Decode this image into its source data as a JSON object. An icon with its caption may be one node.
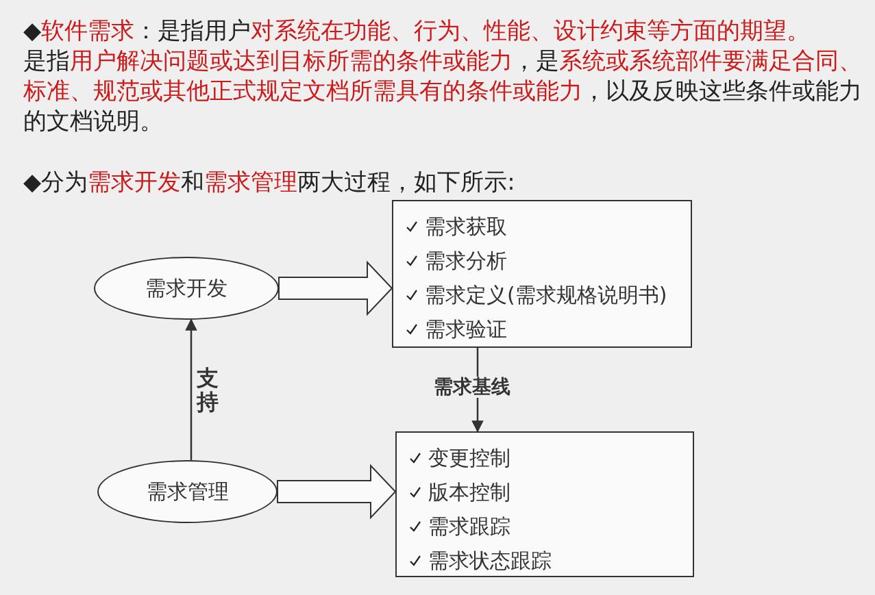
{
  "diagram": {
    "nodes": [
      {
        "text": [
          "需求开发"
        ]
      },
      {
        "text": [
          "需求获取",
          "需求分析",
          "需求定义(需求规格说明书)",
          "需求验证"
        ]
      },
      {
        "text": [
          "需求管理"
        ]
      },
      {
        "text": [
          "变更控制",
          "版本控制",
          "需求跟踪",
          "需求状态跟踪"
        ]
      }
    ],
    "edges": [
      {
        "from": 0,
        "to": 1,
        "arrow": "to",
        "style": "thick"
      },
      {
        "from": 1,
        "to": 3,
        "arrow": "to",
        "label": "需求基线"
      },
      {
        "from": 2,
        "to": 0,
        "arrow": "to",
        "label": "支持"
      },
      {
        "from": 2,
        "to": 3,
        "arrow": "to",
        "style": "thick"
      }
    ],
    "labels": [
      "◆**软件需求**：是指用户**对系统在功能、行为、性能、设计约束等方面的期望。**",
      "是指**用户解决问题或达到目标所需的条件或能力**，是**系统或系统部件要满足合同、标准、规范或其他正式规定文档所需具有的条件或能力**，以及反映这些条件或能力的文档说明。",
      "◆分为**需求开发**和**需求管理**两大过程，如下所示:"
    ]
  }
}
